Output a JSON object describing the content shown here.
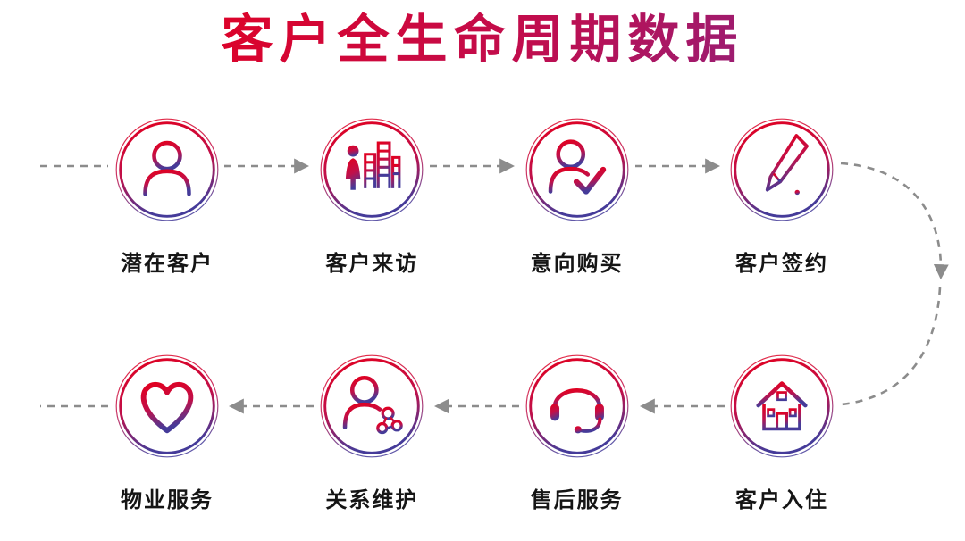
{
  "title": "客户全生命周期数据",
  "colors": {
    "title_gradient_start": "#e30021",
    "title_gradient_mid": "#c00d4e",
    "title_gradient_end": "#7c2a90",
    "ring_gradient_top": "#e2001f",
    "ring_gradient_mid": "#c0104a",
    "ring_gradient_bottom": "#453b99",
    "arrow": "#8c8c8c",
    "label": "#151515",
    "background": "#ffffff"
  },
  "flow": {
    "top_row_direction": "left-to-right",
    "bottom_row_direction": "right-to-left",
    "connector_style": "dashed"
  },
  "stages": {
    "top_row": [
      {
        "id": "potential-customer",
        "label": "潜在客户",
        "icon": "user-icon"
      },
      {
        "id": "customer-visit",
        "label": "客户来访",
        "icon": "visitor-buildings-icon"
      },
      {
        "id": "purchase-intent",
        "label": "意向购买",
        "icon": "user-check-icon"
      },
      {
        "id": "customer-signing",
        "label": "客户签约",
        "icon": "pen-signature-icon"
      }
    ],
    "bottom_row": [
      {
        "id": "property-service",
        "label": "物业服务",
        "icon": "heart-icon"
      },
      {
        "id": "relationship-maintenance",
        "label": "关系维护",
        "icon": "user-network-icon"
      },
      {
        "id": "after-sales-service",
        "label": "售后服务",
        "icon": "headset-icon"
      },
      {
        "id": "customer-move-in",
        "label": "客户入住",
        "icon": "house-icon"
      }
    ]
  }
}
